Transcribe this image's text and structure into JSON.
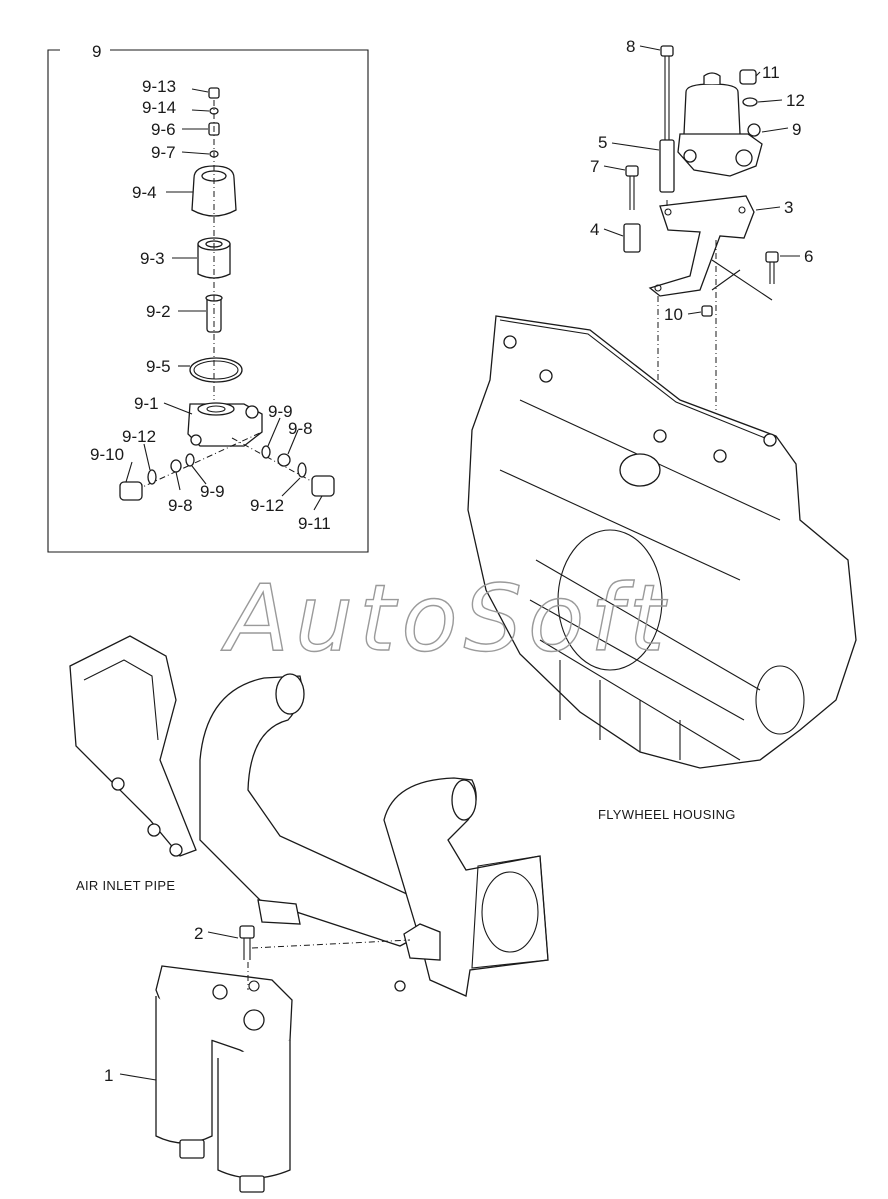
{
  "diagram": {
    "captions": {
      "flywheel_housing": "FLYWHEEL HOUSING",
      "air_inlet_pipe": "AIR INLET PIPE"
    },
    "watermark": "AutoSoft",
    "subassembly_label": "9",
    "callouts": {
      "c9_13": "9-13",
      "c9_14": "9-14",
      "c9_6": "9-6",
      "c9_7": "9-7",
      "c9_4": "9-4",
      "c9_3": "9-3",
      "c9_2": "9-2",
      "c9_5": "9-5",
      "c9_1": "9-1",
      "c9_12a": "9-12",
      "c9_10": "9-10",
      "c9_8a": "9-8",
      "c9_9a": "9-9",
      "c9_9b": "9-9",
      "c9_8b": "9-8",
      "c9_12b": "9-12",
      "c9_11": "9-11",
      "c8": "8",
      "c5": "5",
      "c7": "7",
      "c4": "4",
      "c11": "11",
      "c12": "12",
      "c9": "9",
      "c3": "3",
      "c6": "6",
      "c10": "10",
      "c2": "2",
      "c1": "1"
    }
  }
}
